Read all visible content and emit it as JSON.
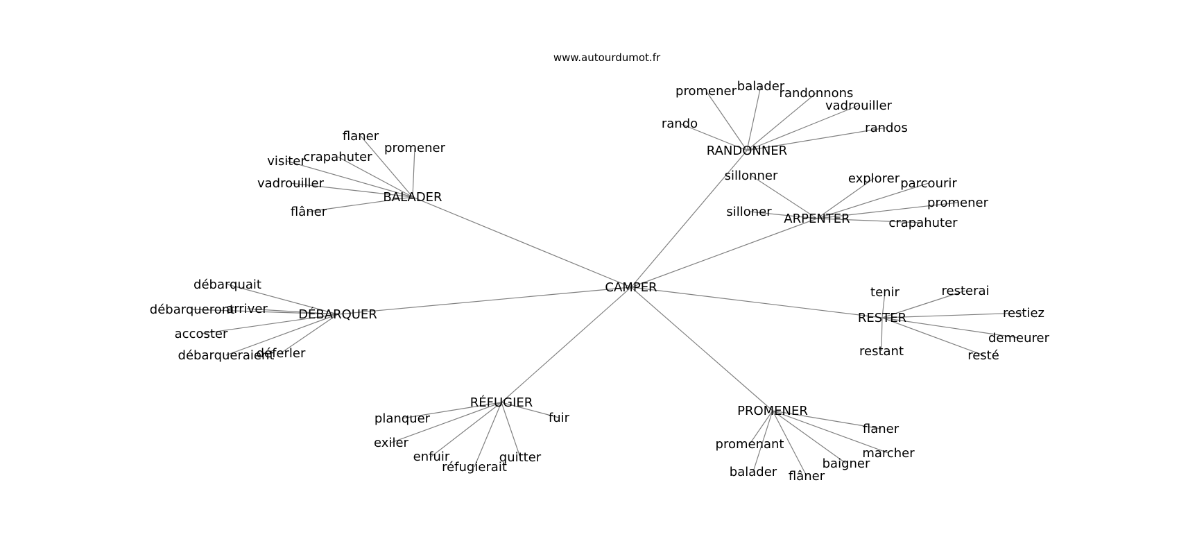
{
  "source": "www.autourdumot.fr",
  "graph": {
    "center": "CAMPER",
    "clusters": [
      {
        "hub": "BALADER",
        "words": [
          "flaner",
          "promener",
          "visiter",
          "crapahuter",
          "vadrouiller",
          "flâner"
        ]
      },
      {
        "hub": "RANDONNER",
        "words": [
          "promener",
          "balader",
          "randonnons",
          "vadrouiller",
          "rando",
          "randos"
        ]
      },
      {
        "hub": "ARPENTER",
        "words": [
          "sillonner",
          "explorer",
          "parcourir",
          "promener",
          "silloner",
          "crapahuter"
        ]
      },
      {
        "hub": "DÉBARQUER",
        "words": [
          "débarquait",
          "débarqueront",
          "arriver",
          "accoster",
          "débarqueraient",
          "déferler"
        ]
      },
      {
        "hub": "RESTER",
        "words": [
          "tenir",
          "resterai",
          "restiez",
          "demeurer",
          "restant",
          "resté"
        ]
      },
      {
        "hub": "RÉFUGIER",
        "words": [
          "planquer",
          "fuir",
          "exiler",
          "enfuir",
          "quitter",
          "réfugierait"
        ]
      },
      {
        "hub": "PROMENER",
        "words": [
          "flaner",
          "promenant",
          "marcher",
          "baigner",
          "balader",
          "flâner"
        ]
      }
    ]
  }
}
